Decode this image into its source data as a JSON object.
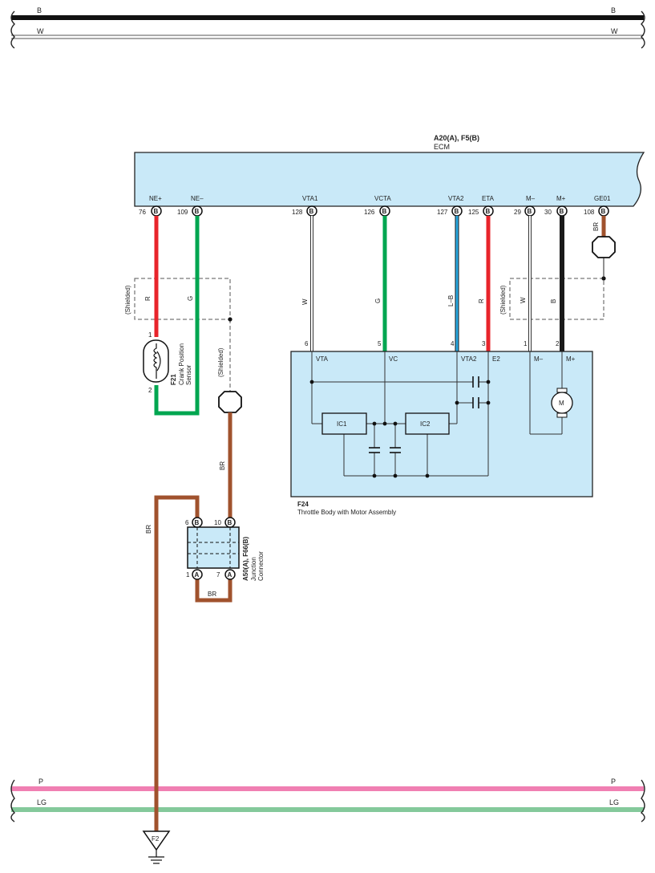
{
  "top_buses": [
    {
      "label_left": "B",
      "label_right": "B",
      "color": "#111111"
    },
    {
      "label_left": "W",
      "label_right": "W",
      "color": "#ffffff"
    }
  ],
  "bottom_buses": [
    {
      "label_left": "P",
      "label_right": "P",
      "color": "#f07fb2"
    },
    {
      "label_left": "LG",
      "label_right": "LG",
      "color": "#84c99b"
    }
  ],
  "ecm": {
    "title": "A20(A), F5(B)",
    "name": "ECM",
    "fill": "#c9e9f8",
    "pins": [
      {
        "name": "NE+",
        "num": "76",
        "conn": "B"
      },
      {
        "name": "NE–",
        "num": "109",
        "conn": "B"
      },
      {
        "name": "VTA1",
        "num": "128",
        "conn": "B"
      },
      {
        "name": "VCTA",
        "num": "126",
        "conn": "B"
      },
      {
        "name": "VTA2",
        "num": "127",
        "conn": "B"
      },
      {
        "name": "ETA",
        "num": "125",
        "conn": "B"
      },
      {
        "name": "M–",
        "num": "29",
        "conn": "B"
      },
      {
        "name": "M+",
        "num": "30",
        "conn": "B"
      },
      {
        "name": "GE01",
        "num": "108",
        "conn": "B"
      }
    ]
  },
  "wire_colors": {
    "R": "#e8242b",
    "G": "#00a650",
    "W": "#ffffff",
    "B": "#1a1a1a",
    "BR": "#a0522d",
    "L-B": "#29a8e0"
  },
  "wire_labels": {
    "ne_plus": "R",
    "ne_minus": "G",
    "vta1": "W",
    "vcta": "G",
    "vta2": "L–B",
    "eta": "R",
    "m_minus": "W",
    "m_plus": "B",
    "ge01": "BR",
    "shield_drain": "BR",
    "left_ground": "BR",
    "jc_loop": "BR"
  },
  "shielded_label": "(Shielded)",
  "crank_sensor": {
    "id": "F21",
    "name_line1": "Crank Position",
    "name_line2": "Sensor",
    "pin1": "1",
    "pin2": "2"
  },
  "throttle": {
    "id": "F24",
    "name": "Throttle Body with Motor Assembly",
    "fill": "#c9e9f8",
    "pins": [
      {
        "num": "6",
        "name": "VTA"
      },
      {
        "num": "5",
        "name": "VC"
      },
      {
        "num": "4",
        "name": "VTA2"
      },
      {
        "num": "3",
        "name": "E2"
      },
      {
        "num": "1",
        "name": "M–"
      },
      {
        "num": "2",
        "name": "M+"
      }
    ],
    "ic1": "IC1",
    "ic2": "IC2",
    "motor": "M"
  },
  "junction": {
    "id": "A50(A), F66(B)",
    "name_line1": "Junction",
    "name_line2": "Connector",
    "top_pins": [
      {
        "num": "6",
        "conn": "B"
      },
      {
        "num": "10",
        "conn": "B"
      }
    ],
    "bottom_pins": [
      {
        "num": "1",
        "conn": "A"
      },
      {
        "num": "7",
        "conn": "A"
      }
    ]
  },
  "ground": {
    "id": "F2"
  }
}
